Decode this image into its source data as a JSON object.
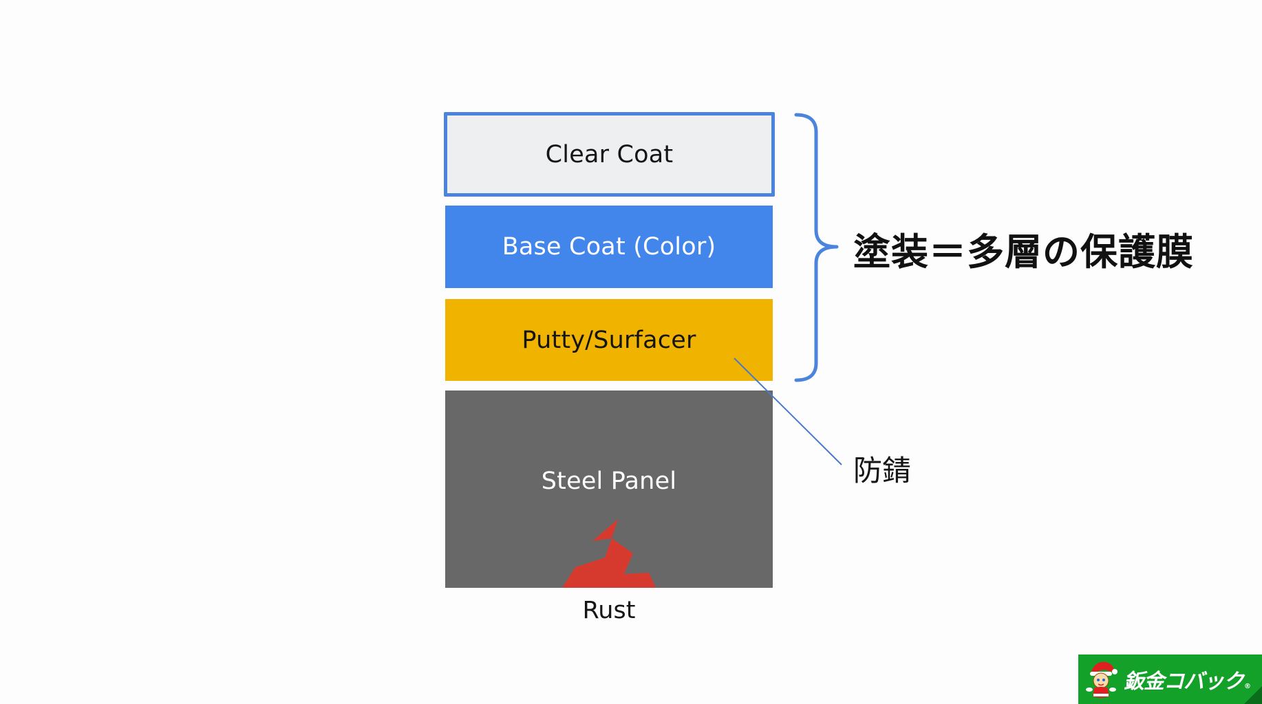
{
  "diagram": {
    "title": "塗装＝多層の保護膜",
    "layers": [
      {
        "id": "clear",
        "label": "Clear Coat",
        "fill": "#eeeff0",
        "border": "#4a84dd",
        "text_color": "#151515"
      },
      {
        "id": "base",
        "label": "Base Coat (Color)",
        "fill": "#4286ec",
        "text_color": "#ffffff"
      },
      {
        "id": "putty",
        "label": "Putty/Surfacer",
        "fill": "#f0b400",
        "text_color": "#151515"
      },
      {
        "id": "steel",
        "label": "Steel Panel",
        "fill": "#686868",
        "text_color": "#ffffff"
      }
    ],
    "rust_label": "Rust",
    "rust_color": "#d63a2f",
    "callout_label": "防錆",
    "callout_target": "Putty/Surfacer",
    "brace_spans": [
      "Clear Coat",
      "Base Coat (Color)",
      "Putty/Surfacer"
    ],
    "accent_color": "#4a84dd"
  },
  "logo": {
    "text": "鈑金コバック",
    "registered_mark": "®",
    "background": "#13a12a",
    "icon": "santa-mascot-icon"
  }
}
